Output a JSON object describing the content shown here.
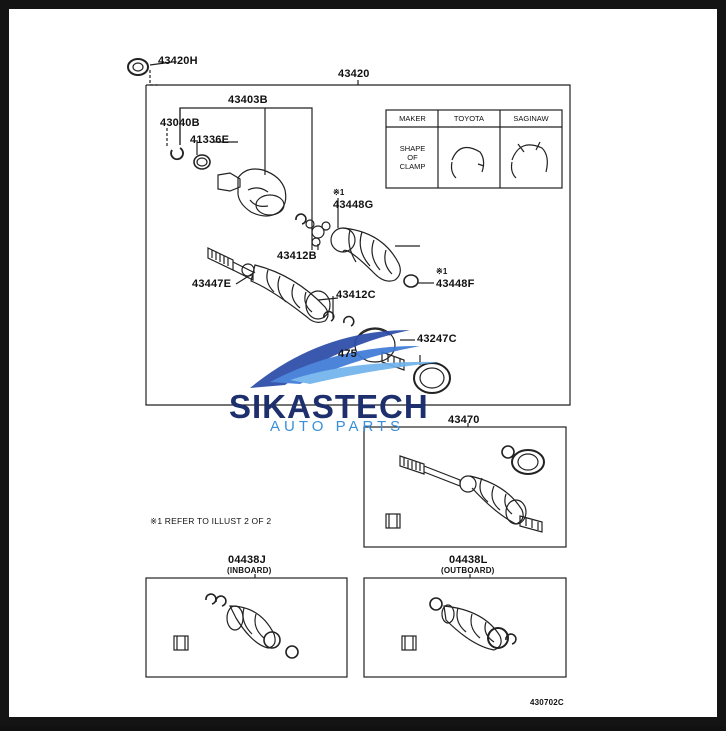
{
  "labels": {
    "p43420H": "43420H",
    "p43420": "43420",
    "p43403B": "43403B",
    "p43040B": "43040B",
    "p41336E": "41336E",
    "p43448G": "43448G",
    "p43412B": "43412B",
    "p43447E": "43447E",
    "p43412C": "43412C",
    "p43448F": "43448F",
    "p43247C": "43247C",
    "p475": "475",
    "p43470": "43470",
    "p04438J": "04438J",
    "inboard": "(INBOARD)",
    "p04438L": "04438L",
    "outboard": "(OUTBOARD)",
    "ref1": "※1",
    "ref2": "※1",
    "refer_note": "※1  REFER TO ILLUST 2 OF 2",
    "code": "430702C"
  },
  "table": {
    "maker": "MAKER",
    "toyota": "TOYOTA",
    "saginaw": "SAGINAW",
    "shape_of_clamp": [
      "SHAPE",
      "OF",
      "CLAMP"
    ]
  },
  "watermark": {
    "title": "SIKASTECH",
    "subtitle": "AUTO PARTS",
    "color_dark": "#1e2f6e",
    "color_light": "#3a8fd8"
  }
}
